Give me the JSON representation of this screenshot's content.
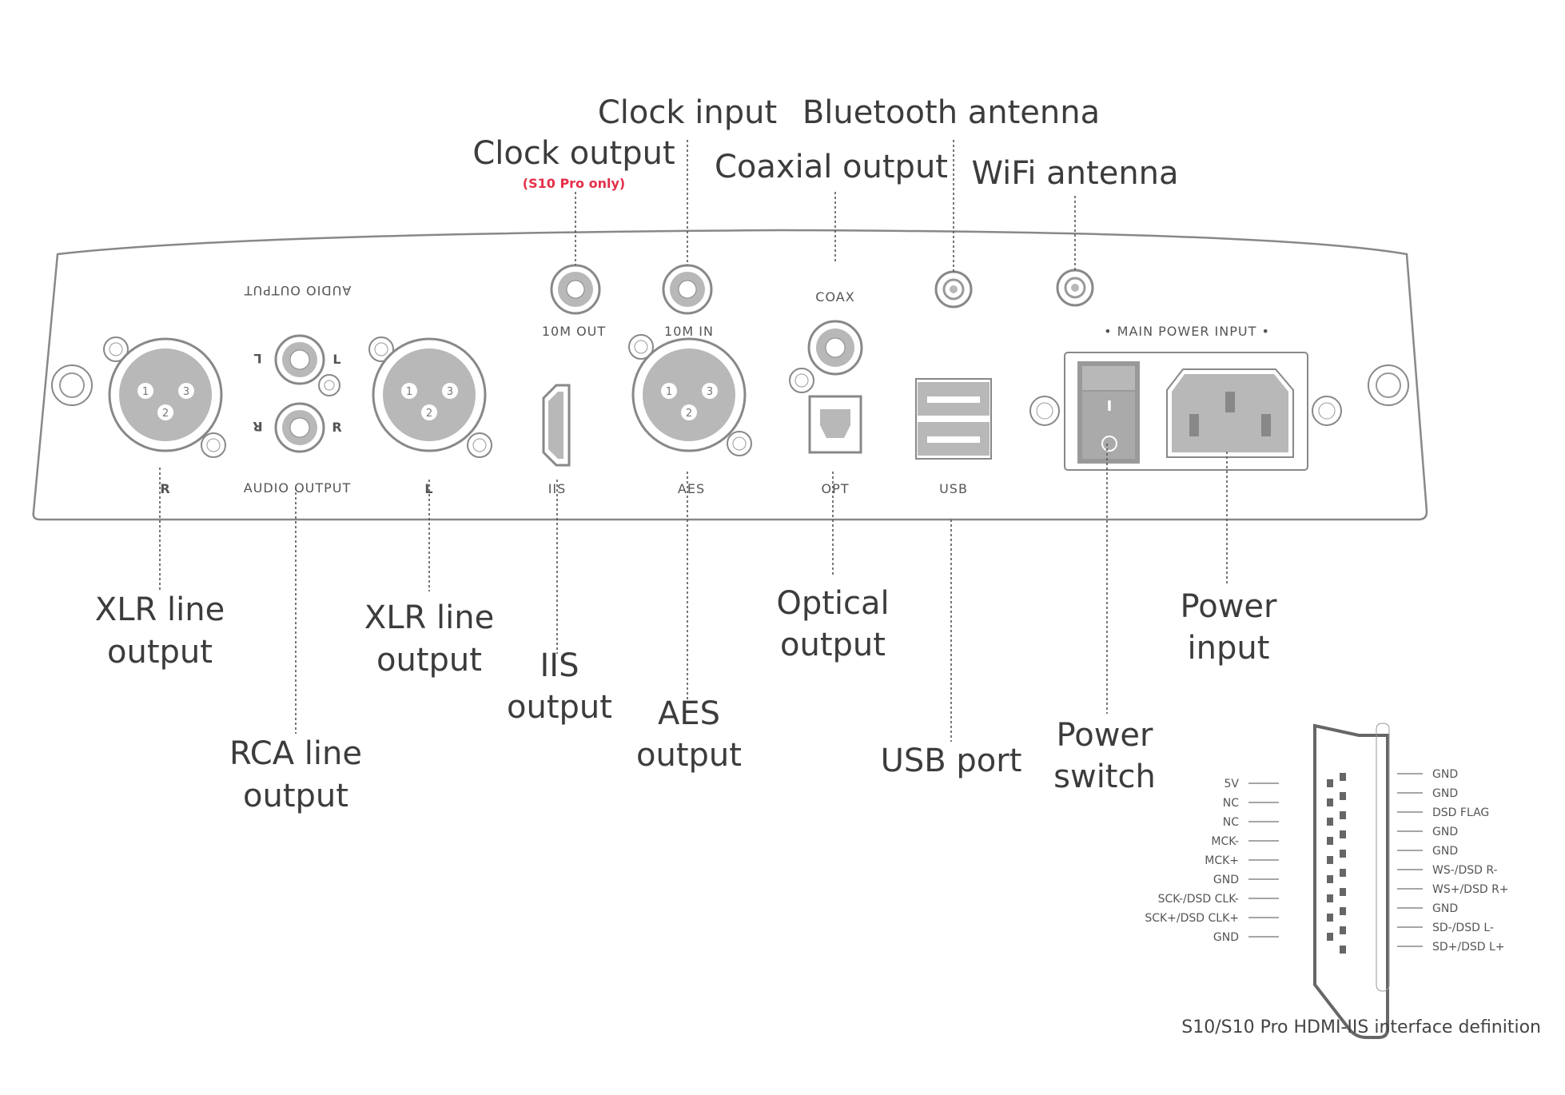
{
  "callouts": {
    "clock_input": "Clock input",
    "bluetooth_antenna": "Bluetooth antenna",
    "clock_output": "Clock output",
    "clock_output_note": "(S10 Pro only)",
    "coaxial_output": "Coaxial output",
    "wifi_antenna": "WiFi antenna",
    "xlr_r_line1": "XLR line",
    "xlr_r_line2": "output",
    "xlr_l_line1": "XLR line",
    "xlr_l_line2": "output",
    "rca_line1": "RCA line",
    "rca_line2": "output",
    "iis_line1": "IIS",
    "iis_line2": "output",
    "aes_line1": "AES",
    "aes_line2": "output",
    "optical_line1": "Optical",
    "optical_line2": "output",
    "usb_port": "USB port",
    "power_switch_line1": "Power",
    "power_switch_line2": "switch",
    "power_input_line1": "Power",
    "power_input_line2": "input"
  },
  "panel": {
    "audio_output_top": "AUDIO OUTPUT",
    "audio_output_bottom": "AUDIO OUTPUT",
    "rca_l": "L",
    "rca_r": "R",
    "xlr_r": "R",
    "xlr_l": "L",
    "ten_m_out": "10M OUT",
    "ten_m_in": "10M IN",
    "coax": "COAX",
    "iis": "IIS",
    "aes": "AES",
    "opt": "OPT",
    "usb": "USB",
    "main_power_input": "• MAIN POWER INPUT •",
    "xlr_pin_1": "1",
    "xlr_pin_2": "2",
    "xlr_pin_3": "3",
    "switch_on": "I"
  },
  "hdmi": {
    "left_pins": [
      "5V",
      "NC",
      "NC",
      "MCK-",
      "MCK+",
      "GND",
      "SCK-/DSD CLK-",
      "SCK+/DSD CLK+",
      "GND"
    ],
    "right_pins": [
      "GND",
      "GND",
      "DSD FLAG",
      "GND",
      "GND",
      "WS-/DSD R-",
      "WS+/DSD R+",
      "GND",
      "SD-/DSD L-",
      "SD+/DSD L+"
    ],
    "caption": "S10/S10 Pro HDMI-IIS interface definition"
  },
  "colors": {
    "panel_outline": "#888888",
    "connector_gray": "#b8b8b8",
    "note_red": "#e5304a",
    "text": "#3c3c3c"
  }
}
